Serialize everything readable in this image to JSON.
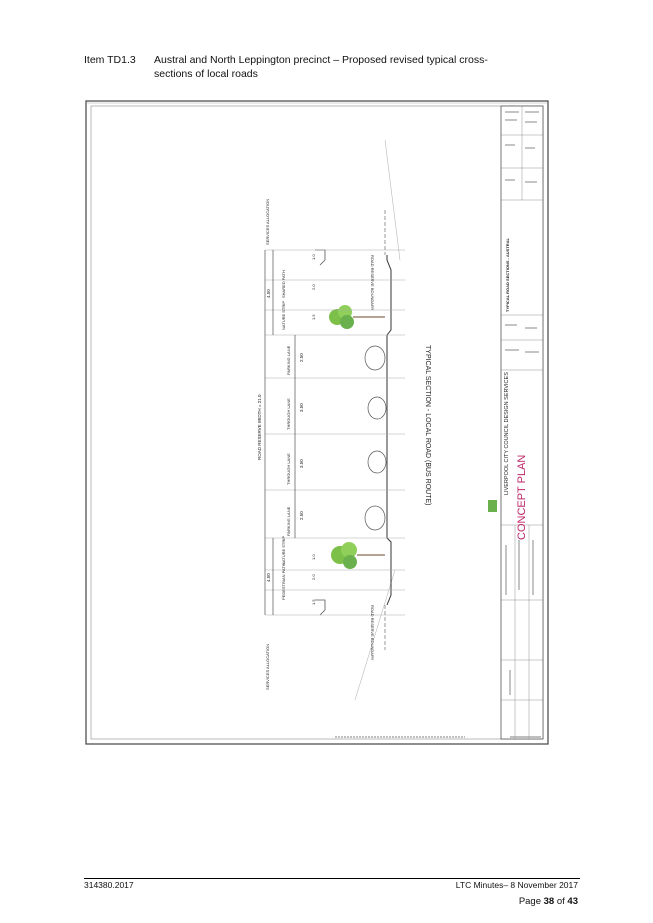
{
  "item": {
    "number": "Item TD1.3",
    "title_line1": "Austral and North Leppington precinct – Proposed revised typical cross-",
    "title_line2": "sections of local roads"
  },
  "drawing": {
    "section_title": "TYPICAL SECTION - LOCAL ROAD (BUS ROUTE)",
    "reserve_boundary_top": "ROAD RESERVE BOUNDARY",
    "reserve_boundary_bottom": "ROAD RESERVE BOUNDARY",
    "services_top": "SERVICES ALLOCATION",
    "services_bottom": "SERVICES ALLOCATION",
    "road_reserve_width": "ROAD RESERVE WIDTH = 21.0",
    "verge_top": "4.50",
    "verge_bottom": "4.50",
    "path_top": "SHARED PATH",
    "path_bottom": "PEDESTRIAN PATH",
    "nature_strip_top": "NATURE STRIP",
    "nature_strip_bottom": "NATURE STRIP",
    "lanes": [
      "PARKING LANE",
      "THROUGH LANE",
      "THROUGH LANE",
      "PARKING LANE"
    ],
    "lane_widths": [
      "2.50",
      "3.50",
      "3.50",
      "2.50"
    ],
    "verge_dims_top": [
      "1.0",
      "2.0",
      "1.5"
    ],
    "verge_dims_bottom": [
      "1.0",
      "2.0",
      "1.5"
    ],
    "organisation": "LIVERPOOL CITY COUNCIL DESIGN SERVICES",
    "plan_type": "CONCEPT PLAN",
    "project": "TYPICAL ROAD SECTIONS - AUSTRAL",
    "colors": {
      "plan_type": "#c0266a",
      "logo": "#6ab04c",
      "tree": "#7cc04a"
    }
  },
  "footer": {
    "ref": "314380.2017",
    "minutes": "LTC Minutes– 8 November 2017",
    "page_prefix": "Page ",
    "page_current": "38",
    "page_of": " of ",
    "page_total": "43"
  }
}
